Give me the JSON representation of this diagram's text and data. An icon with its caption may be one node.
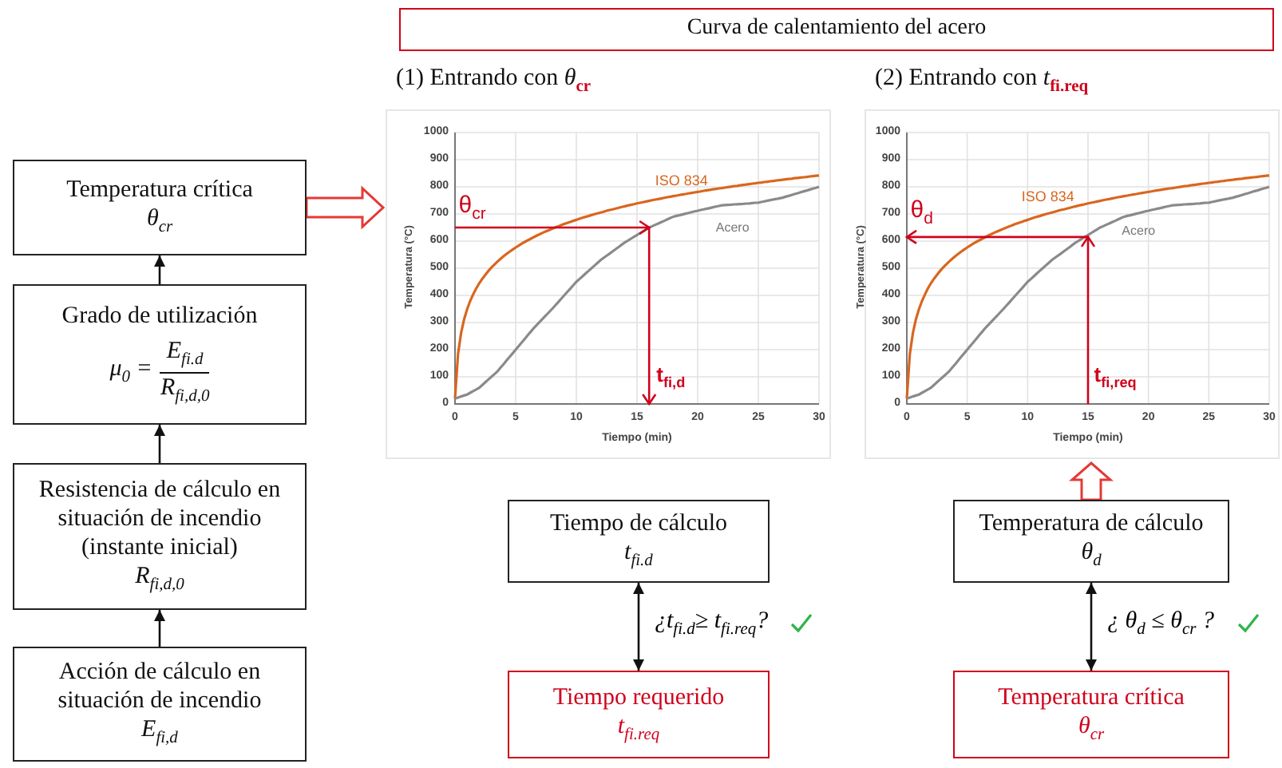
{
  "diagram": {
    "nodes": [
      {
        "text": [
          "Temperatura crítica",
          "θ$_{cr}$"
        ]
      },
      {
        "text": [
          "Grado de utilización",
          "μ$_{0}$ =",
          "E$_{fi.d}$",
          "R$_{fi,d,0}$"
        ]
      },
      {
        "text": [
          "Resistencia de cálculo en situación de incendio (instante inicial)",
          "R$_{fi,d,0}$"
        ]
      },
      {
        "text": [
          "Acción de cálculo en situación de incendio",
          "E$_{fi,d}$"
        ]
      },
      {
        "text": [
          "Curva de calentamiento del acero"
        ]
      },
      {
        "text": [
          "(1) Entrando con *θ*$_{cr}$"
        ]
      },
      {
        "text": [
          "(2) Entrando con *t*$_{fi.req}$"
        ]
      },
      {
        "text": [
          "Tiempo de cálculo",
          "t$_{fi.d}$"
        ]
      },
      {
        "text": [
          "Tiempo requerido",
          "t$_{fi.req}$"
        ]
      },
      {
        "text": [
          "Temperatura de cálculo",
          "θ$_{d}$"
        ]
      },
      {
        "text": [
          "Temperatura crítica",
          "θ$_{cr}$"
        ]
      }
    ],
    "edges": [
      {
        "from": 1,
        "to": 0,
        "arrow": "to"
      },
      {
        "from": 2,
        "to": 1,
        "arrow": "to"
      },
      {
        "from": 3,
        "to": 2,
        "arrow": "to"
      },
      {
        "from": 0,
        "to": 5,
        "arrow": "to",
        "style": "thick",
        "color": "#e53935"
      },
      {
        "from": 7,
        "to": 8,
        "arrow": "both",
        "label": "¿t$_{fi.d}$≥ t$_{fi.req}$?"
      },
      {
        "from": 9,
        "to": 10,
        "arrow": "both",
        "label": "¿ θ$_{d}$ ≤ θ$_{cr}$ ?"
      },
      {
        "from": 9,
        "to": 6,
        "arrow": "to",
        "style": "thick",
        "color": "#e53935"
      }
    ],
    "labels": [
      "1000",
      "900",
      "800",
      "700",
      "600",
      "500",
      "400",
      "300",
      "200",
      "100",
      "0",
      "ISO 834",
      "θ$_{cr}$",
      "Acero",
      "t$_{fi,d}$",
      "Temperatura (°C)",
      "0",
      "5",
      "10",
      "15",
      "20",
      "25",
      "30",
      "Tiempo (min)",
      "1000",
      "900",
      "800",
      "700",
      "600",
      "500",
      "400",
      "300",
      "200",
      "100",
      "0",
      "ISO 834",
      "θ$_{d}$",
      "Acero",
      "t$_{fi,req}$",
      "Temperatura (°C)",
      "0",
      "5",
      "10",
      "15",
      "20",
      "25",
      "30",
      "Tiempo (min)"
    ]
  }
}
